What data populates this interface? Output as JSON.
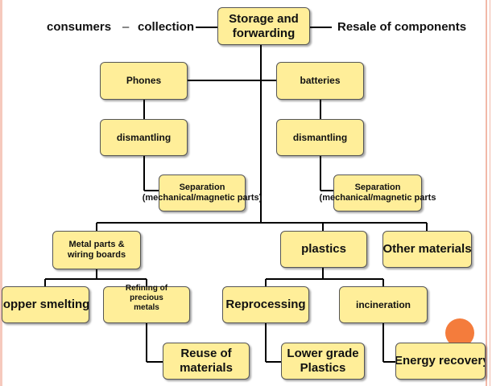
{
  "diagram": {
    "top_labels": {
      "consumers": "consumers",
      "dash": "–",
      "collection": "collection",
      "resale": "Resale of components"
    },
    "nodes": {
      "storage": "Storage and forwarding",
      "phones": "Phones",
      "batteries": "batteries",
      "dismantling_left": "dismantling",
      "dismantling_right": "dismantling",
      "separation_left": "Separation (mechanical/magnetic parts)",
      "separation_right": "Separation (mechanical/magnetic parts",
      "metal_parts": "Metal parts & wiring boards",
      "plastics": "plastics",
      "other_materials": "Other materials",
      "copper_smelting": "Copper smelting",
      "refining": "Refining of precious metals",
      "reprocessing": "Reprocessing",
      "incineration": "incineration",
      "reuse": "Reuse of materials",
      "lower_grade": "Lower grade Plastics",
      "energy_recovery": "Energy recovery"
    },
    "colors": {
      "box_fill": "#ffee99",
      "box_border": "#555555",
      "connector": "#000000",
      "stripe_accent": "#f2b8a8",
      "circle": "#f47c3c"
    }
  }
}
